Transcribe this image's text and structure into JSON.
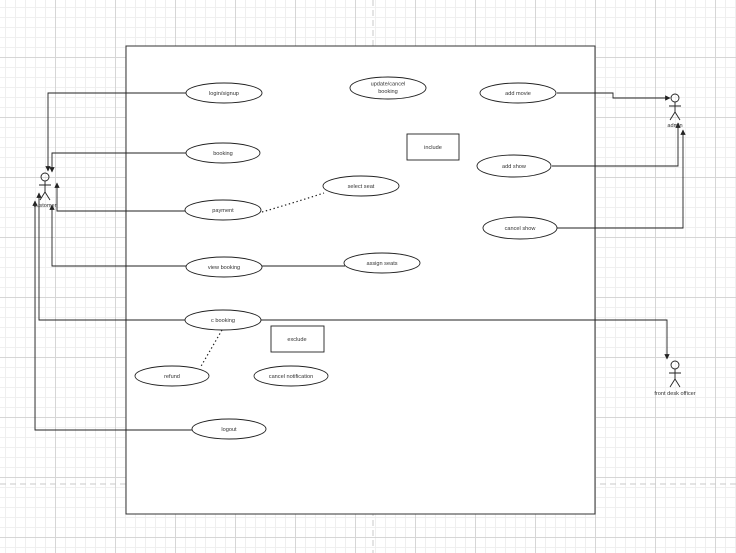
{
  "diagram": {
    "actors": {
      "customer": "customer",
      "admin": "admin",
      "front_desk": "front desk officer"
    },
    "use_cases": {
      "login": "login/signup",
      "update_cancel_line1": "update/cancel",
      "update_cancel_line2": "booking",
      "add_movie": "add movie",
      "booking": "booking",
      "add_show": "add show",
      "select_seat": "select seat",
      "payment": "payment",
      "cancel_show": "cancel show",
      "view_booking": "view booking",
      "assign_seats": "assign seats",
      "c_booking": "c booking",
      "refund": "refund",
      "cancel_notification": "cancel notification",
      "logout": "logout"
    },
    "labels": {
      "include": "include",
      "exclude": "exclude"
    }
  }
}
